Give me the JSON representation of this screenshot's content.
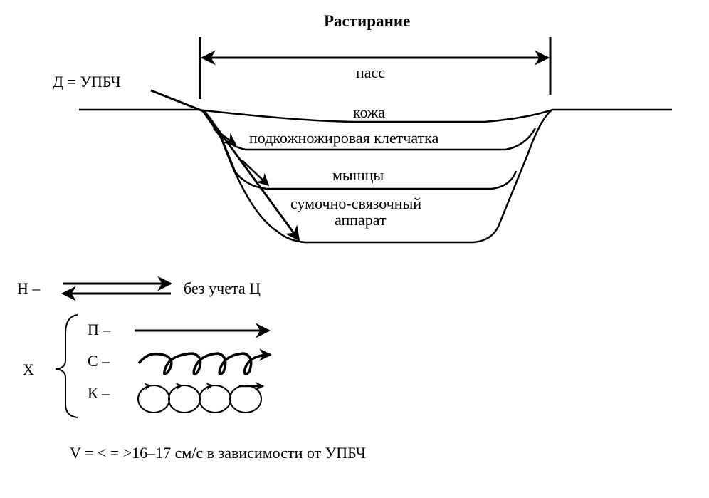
{
  "title": "Растирание",
  "pass_label": "пасс",
  "d_label": "Д = УПБЧ",
  "layers": {
    "skin": "кожа",
    "subcutaneous": "подкожножировая клетчатка",
    "muscles": "мышцы",
    "capsule_line1": "сумочно-связочный",
    "capsule_line2": "аппарат"
  },
  "legend": {
    "n_label": "Н –",
    "n_note": "без учета Ц",
    "x_label": "Х",
    "p_label": "П –",
    "s_label": "С –",
    "k_label": "К –"
  },
  "formula": "V = < = >16–17 см/с в зависимости от УПБЧ",
  "colors": {
    "ink": "#000000",
    "background": "#ffffff"
  }
}
